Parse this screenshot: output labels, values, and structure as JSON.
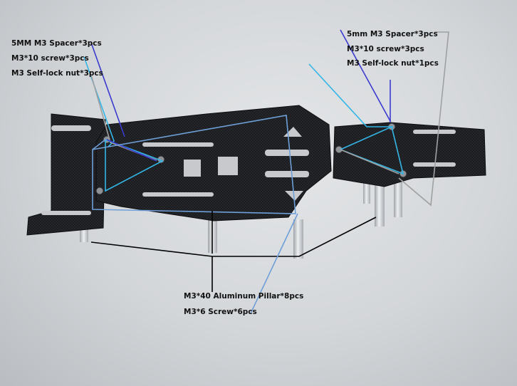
{
  "image": {
    "description_colors": {
      "background": "#d3d6d9",
      "carbon_plate": "#1c1d20",
      "pillar": "#c9ccd0",
      "line_dark_blue": "#3a3ad0",
      "line_light_blue": "#33b6e6",
      "line_steel_blue": "#6f9fd8",
      "line_gray": "#a0a0a0",
      "line_black": "#000000"
    }
  },
  "labels": {
    "left_spacer": "5MM M3 Spacer*3pcs",
    "left_screw": "M3*10  screw*3pcs",
    "left_nut": "M3 Self-lock nut*3pcs",
    "right_spacer": "5mm M3 Spacer*3pcs",
    "right_screw": "M3*10 screw*3pcs",
    "right_nut": "M3 Self-lock nut*1pcs",
    "pillar": "M3*40 Aluminum Pillar*8pcs",
    "bottom_screw": "M3*6  Screw*6pcs"
  }
}
